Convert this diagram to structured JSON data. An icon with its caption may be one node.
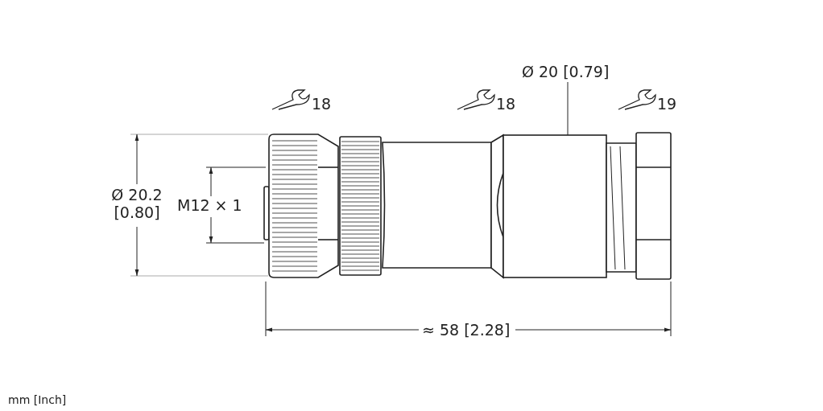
{
  "diagram": {
    "labels": [
      "Ø 20 [0.79]",
      "18",
      "18",
      "19",
      "Ø 20.2 [0.80]",
      "M12 × 1",
      "≈ 58 [2.28]",
      "mm [Inch]"
    ]
  }
}
